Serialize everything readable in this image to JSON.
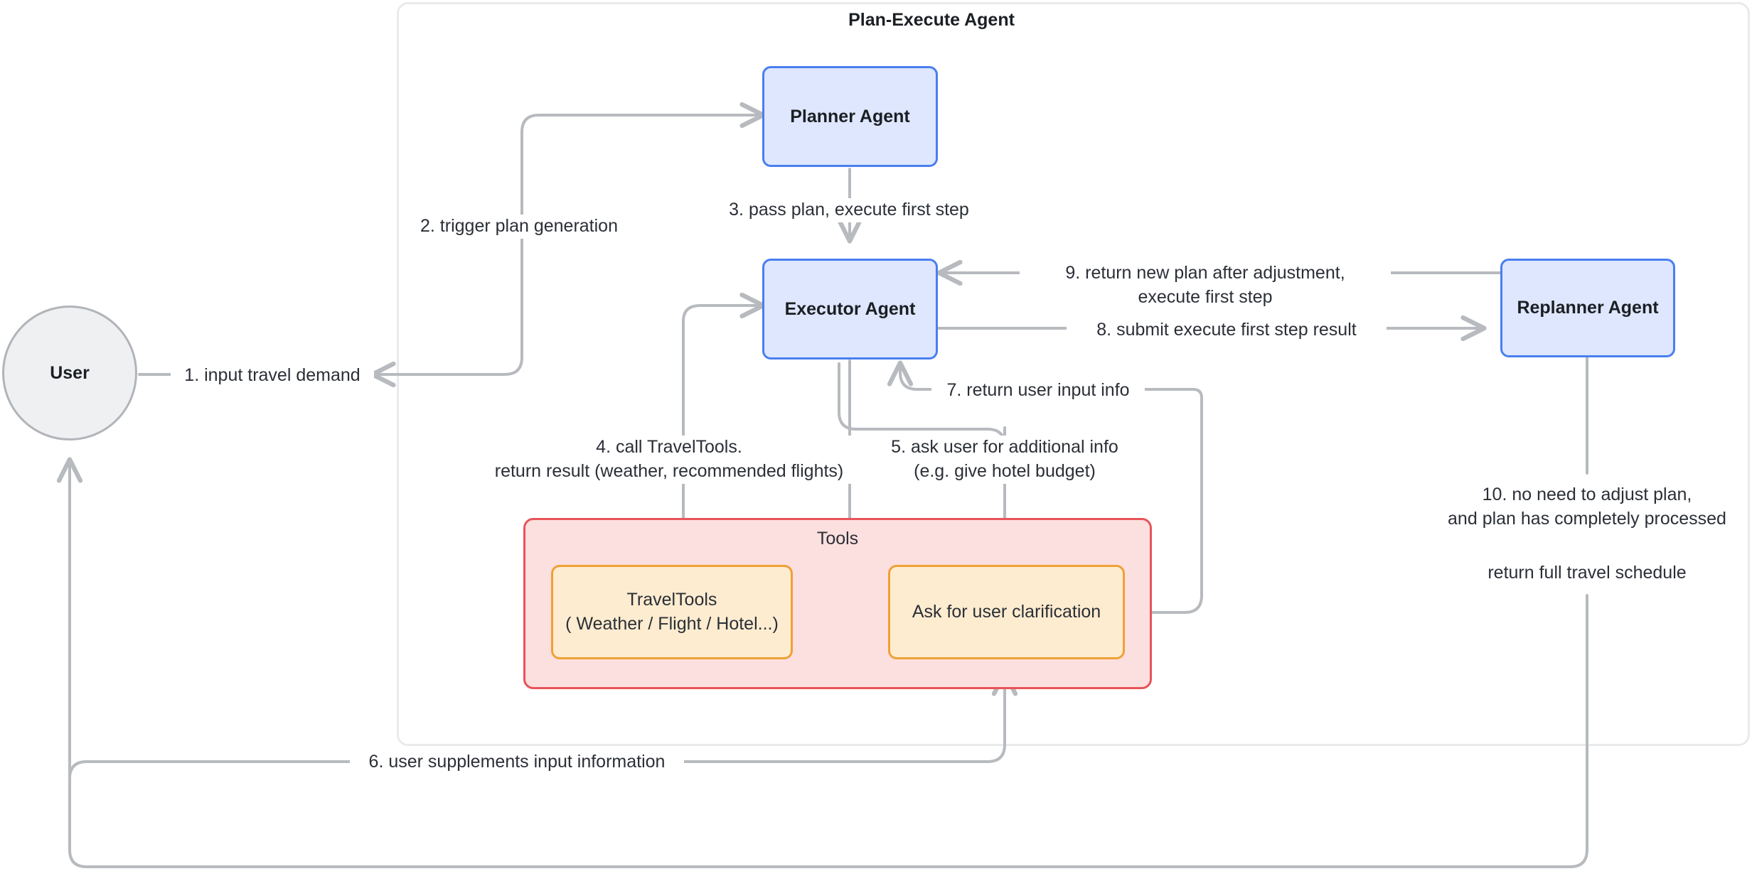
{
  "diagram": {
    "title": "Plan-Execute Agent",
    "type": "flow-diagram"
  },
  "nodes": {
    "user": {
      "label": "User",
      "shape": "circle",
      "fill": "#eff0f2",
      "stroke": "#b1b4b9"
    },
    "planner": {
      "label": "Planner Agent",
      "shape": "rounded-rect",
      "fill": "#dee7fd",
      "stroke": "#4a7ef0"
    },
    "executor": {
      "label": "Executor Agent",
      "shape": "rounded-rect",
      "fill": "#dee7fd",
      "stroke": "#4a7ef0"
    },
    "replanner": {
      "label": "Replanner Agent",
      "shape": "rounded-rect",
      "fill": "#dee7fd",
      "stroke": "#4a7ef0"
    },
    "tools_group": {
      "label": "Tools",
      "shape": "rounded-rect",
      "fill": "#fcdfdf",
      "stroke": "#e8545a"
    },
    "travel_tools": {
      "label": "TravelTools\n( Weather / Flight / Hotel...)",
      "shape": "rounded-rect",
      "fill": "#fdecd0",
      "stroke": "#f0a035"
    },
    "ask_user": {
      "label": "Ask for user clarification",
      "shape": "rounded-rect",
      "fill": "#fdecd0",
      "stroke": "#f0a035"
    }
  },
  "edges": [
    {
      "id": "e1",
      "label": "1. input travel demand",
      "from": "user",
      "to": "plan-execute-agent"
    },
    {
      "id": "e2",
      "label": "2. trigger plan generation",
      "from": "entry",
      "to": "planner"
    },
    {
      "id": "e3",
      "label": "3. pass plan, execute first step",
      "from": "planner",
      "to": "executor"
    },
    {
      "id": "e4",
      "label": "4. call TravelTools.\nreturn result (weather, recommended flights)",
      "from": "executor",
      "to": "travel_tools"
    },
    {
      "id": "e5",
      "label": "5. ask user for additional info\n(e.g. give hotel budget)",
      "from": "executor",
      "to": "ask_user"
    },
    {
      "id": "e6",
      "label": "6. user supplements input information",
      "from": "user",
      "to": "ask_user"
    },
    {
      "id": "e7",
      "label": "7. return user input info",
      "from": "ask_user",
      "to": "executor"
    },
    {
      "id": "e8",
      "label": "8. submit execute first step result",
      "from": "executor",
      "to": "replanner"
    },
    {
      "id": "e9",
      "label": "9. return new plan after adjustment,\nexecute first step",
      "from": "replanner",
      "to": "executor"
    },
    {
      "id": "e10",
      "label": "10. no need to adjust plan,\nand plan has completely processed",
      "from": "replanner",
      "to": "user"
    },
    {
      "id": "e10b",
      "label": "return full travel schedule",
      "from": "replanner",
      "to": "user"
    }
  ],
  "colors": {
    "edge": "#b7babe",
    "agent_fill": "#dee7fd",
    "agent_stroke": "#4a7ef0",
    "tools_fill": "#fcdfdf",
    "tools_stroke": "#e8545a",
    "tool_fill": "#fdecd0",
    "tool_stroke": "#f0a035",
    "container_stroke": "#e9eaec",
    "text": "#2b2f36"
  }
}
